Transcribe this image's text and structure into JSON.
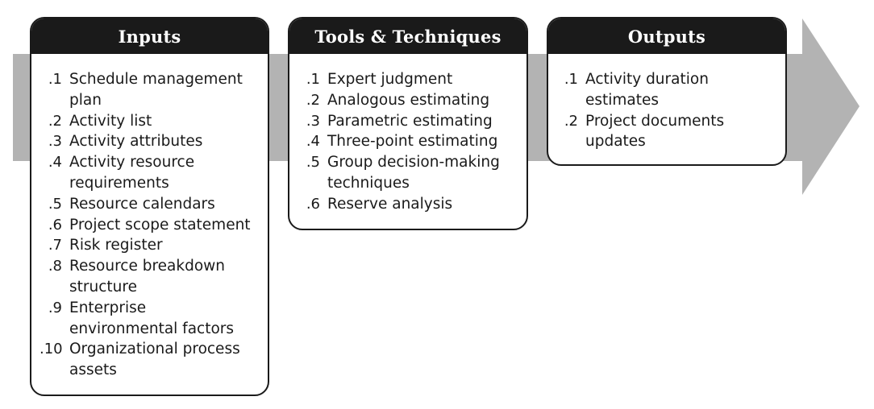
{
  "colors": {
    "arrow": "#b3b3b3",
    "header_bg": "#1a1a1a",
    "header_text": "#ffffff",
    "box_border": "#1a1a1a",
    "text": "#1a1a1a"
  },
  "inputs": {
    "title": "Inputs",
    "items": [
      {
        "num": ".1",
        "text": "Schedule management plan"
      },
      {
        "num": ".2",
        "text": "Activity list"
      },
      {
        "num": ".3",
        "text": "Activity attributes"
      },
      {
        "num": ".4",
        "text": "Activity resource requirements"
      },
      {
        "num": ".5",
        "text": "Resource calendars"
      },
      {
        "num": ".6",
        "text": "Project scope statement"
      },
      {
        "num": ".7",
        "text": "Risk register"
      },
      {
        "num": ".8",
        "text": "Resource breakdown structure"
      },
      {
        "num": ".9",
        "text": "Enterprise environmental factors"
      },
      {
        "num": ".10",
        "text": "Organizational process assets"
      }
    ]
  },
  "tools": {
    "title": "Tools & Techniques",
    "items": [
      {
        "num": ".1",
        "text": "Expert judgment"
      },
      {
        "num": ".2",
        "text": "Analogous estimating"
      },
      {
        "num": ".3",
        "text": "Parametric estimating"
      },
      {
        "num": ".4",
        "text": "Three-point estimating"
      },
      {
        "num": ".5",
        "text": "Group decision-making techniques"
      },
      {
        "num": ".6",
        "text": "Reserve analysis"
      }
    ]
  },
  "outputs": {
    "title": "Outputs",
    "items": [
      {
        "num": ".1",
        "text": "Activity duration estimates"
      },
      {
        "num": ".2",
        "text": "Project documents updates"
      }
    ]
  }
}
